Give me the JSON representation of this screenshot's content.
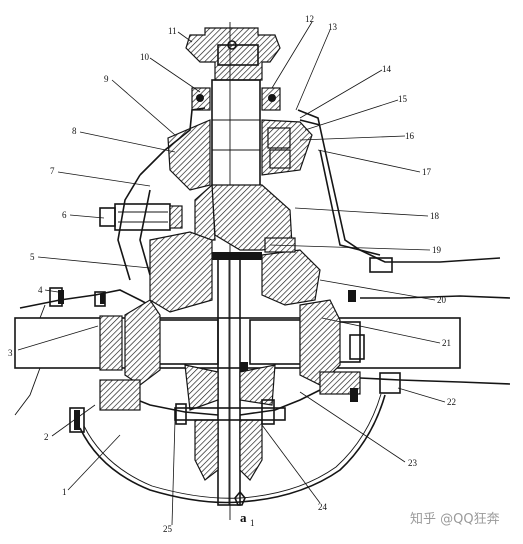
{
  "callouts": [
    {
      "id": "1",
      "label": "1"
    },
    {
      "id": "2",
      "label": "2"
    },
    {
      "id": "3",
      "label": "3"
    },
    {
      "id": "4",
      "label": "4"
    },
    {
      "id": "5",
      "label": "5"
    },
    {
      "id": "6",
      "label": "6"
    },
    {
      "id": "7",
      "label": "7"
    },
    {
      "id": "8",
      "label": "8"
    },
    {
      "id": "9",
      "label": "9"
    },
    {
      "id": "10",
      "label": "10"
    },
    {
      "id": "11",
      "label": "11"
    },
    {
      "id": "12",
      "label": "12"
    },
    {
      "id": "13",
      "label": "13"
    },
    {
      "id": "14",
      "label": "14"
    },
    {
      "id": "15",
      "label": "15"
    },
    {
      "id": "16",
      "label": "16"
    },
    {
      "id": "17",
      "label": "17"
    },
    {
      "id": "18",
      "label": "18"
    },
    {
      "id": "19",
      "label": "19"
    },
    {
      "id": "20",
      "label": "20"
    },
    {
      "id": "21",
      "label": "21"
    },
    {
      "id": "22",
      "label": "22"
    },
    {
      "id": "23",
      "label": "23"
    },
    {
      "id": "24",
      "label": "24"
    },
    {
      "id": "25",
      "label": "25"
    }
  ],
  "caption": "a",
  "caption_sub": "1",
  "watermark": {
    "text": "知乎 @QQ狂奔",
    "icon": "zhihu-logo"
  }
}
